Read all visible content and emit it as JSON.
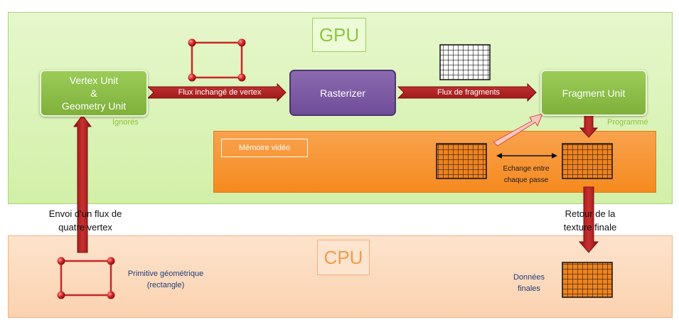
{
  "gpu": {
    "label": "GPU"
  },
  "cpu": {
    "label": "CPU"
  },
  "vertex_unit": {
    "line1": "Vertex Unit",
    "line2": "&",
    "line3": "Geometry Unit",
    "status": "Ignorés"
  },
  "rasterizer": {
    "label": "Rasterizer"
  },
  "fragment_unit": {
    "label": "Fragment Unit",
    "status": "Programmé"
  },
  "arrows": {
    "vertex_stream": "Flux inchangé de vertex",
    "fragment_stream": "Flux de fragments"
  },
  "video_memory": {
    "label": "Mémoire vidéo",
    "exchange_line1": "Echange entre",
    "exchange_line2": "chaque passe"
  },
  "captions": {
    "send_line1": "Envoi d’un flux de",
    "send_line2": "quatre vertex",
    "return_line1": "Retour de la",
    "return_line2": "texture finale"
  },
  "cpu_items": {
    "primitive_line1": "Primitive géométrique",
    "primitive_line2": "(rectangle)",
    "final_line1": "Données",
    "final_line2": "finales"
  },
  "colors": {
    "gpu_region": "#d9f2b4",
    "cpu_region": "#fcdcc0",
    "video_memory": "#f7941d",
    "arrow_red": "#b22222",
    "vertex_green": "#8cbf48",
    "rasterizer_purple": "#7a56a3"
  }
}
